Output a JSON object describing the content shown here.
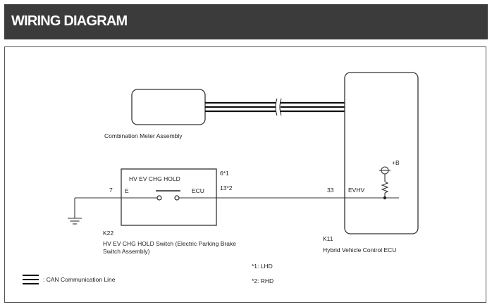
{
  "header": {
    "title": "WIRING DIAGRAM"
  },
  "diagram": {
    "combination_meter": {
      "label": "Combination Meter Assembly"
    },
    "switch": {
      "inner_title": "HV EV CHG HOLD",
      "code": "K22",
      "name_line1": "HV EV CHG HOLD Switch (Electric Parking Brake",
      "name_line2": "Switch Assembly)",
      "pin_e_number": "7",
      "pin_e_label": "E",
      "pin_ecu_label": "ECU",
      "pin_ecu_lhd": "6*1",
      "pin_ecu_rhd": "13*2"
    },
    "ecu": {
      "code": "K11",
      "name": "Hybrid Vehicle Control ECU",
      "pin_number": "33",
      "pin_label": "EVHV",
      "supply_label": "+B"
    },
    "notes": {
      "lhd": "*1: LHD",
      "rhd": "*2: RHD"
    },
    "legend": {
      "can_label": ": CAN Communication Line"
    }
  }
}
